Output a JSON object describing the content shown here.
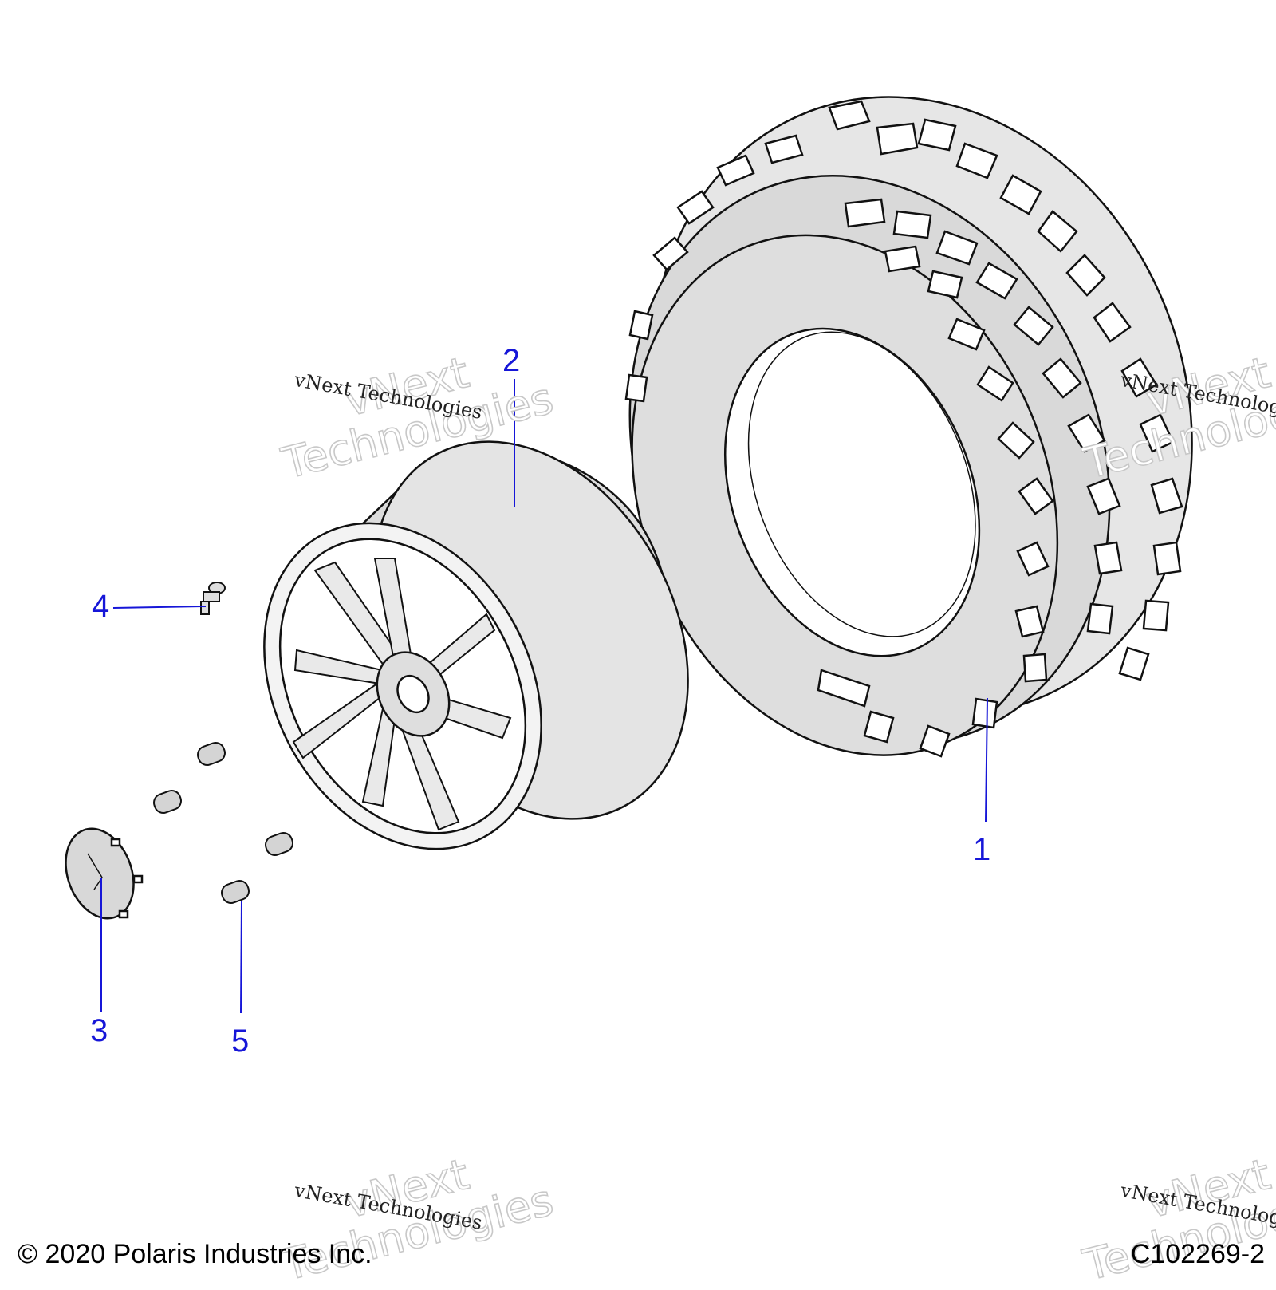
{
  "callouts": [
    {
      "id": "1",
      "label": "1"
    },
    {
      "id": "2",
      "label": "2"
    },
    {
      "id": "3",
      "label": "3"
    },
    {
      "id": "4",
      "label": "4"
    },
    {
      "id": "5",
      "label": "5"
    }
  ],
  "watermark": {
    "line": "vNext Technologies",
    "big_line1": "vNext",
    "big_line2": "Technologies"
  },
  "footer": {
    "copyright": "© 2020 Polaris Industries Inc.",
    "code": "C102269-2"
  },
  "colors": {
    "callout": "#1616d8",
    "tire_fill": "#dcdcdc",
    "line": "#111111"
  }
}
